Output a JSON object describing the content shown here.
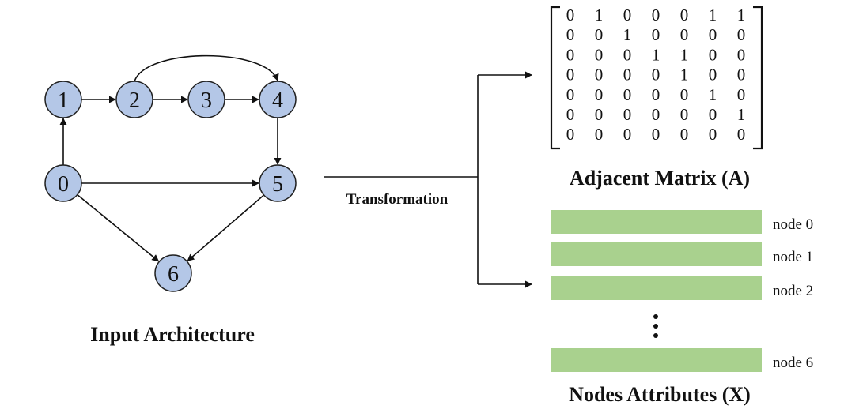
{
  "graph": {
    "caption": "Input Architecture",
    "nodes": [
      {
        "id": "0",
        "label": "0"
      },
      {
        "id": "1",
        "label": "1"
      },
      {
        "id": "2",
        "label": "2"
      },
      {
        "id": "3",
        "label": "3"
      },
      {
        "id": "4",
        "label": "4"
      },
      {
        "id": "5",
        "label": "5"
      },
      {
        "id": "6",
        "label": "6"
      }
    ],
    "edges": [
      [
        "0",
        "1"
      ],
      [
        "0",
        "5"
      ],
      [
        "0",
        "6"
      ],
      [
        "1",
        "2"
      ],
      [
        "2",
        "3"
      ],
      [
        "2",
        "4"
      ],
      [
        "3",
        "4"
      ],
      [
        "4",
        "5"
      ],
      [
        "5",
        "6"
      ]
    ],
    "colors": {
      "node_fill": "#b4c7e7",
      "attribute_bar": "#a9d18e"
    }
  },
  "transformation_label": "Transformation",
  "adjacency": {
    "caption": "Adjacent Matrix (A)",
    "matrix": [
      [
        0,
        1,
        0,
        0,
        0,
        1,
        1
      ],
      [
        0,
        0,
        1,
        0,
        0,
        0,
        0
      ],
      [
        0,
        0,
        0,
        1,
        1,
        0,
        0
      ],
      [
        0,
        0,
        0,
        0,
        1,
        0,
        0
      ],
      [
        0,
        0,
        0,
        0,
        0,
        1,
        0
      ],
      [
        0,
        0,
        0,
        0,
        0,
        0,
        1
      ],
      [
        0,
        0,
        0,
        0,
        0,
        0,
        0
      ]
    ]
  },
  "attributes": {
    "caption": "Nodes Attributes (X)",
    "rows": [
      {
        "label": "node 0"
      },
      {
        "label": "node 1"
      },
      {
        "label": "node 2"
      },
      {
        "label": "node 6"
      }
    ]
  }
}
